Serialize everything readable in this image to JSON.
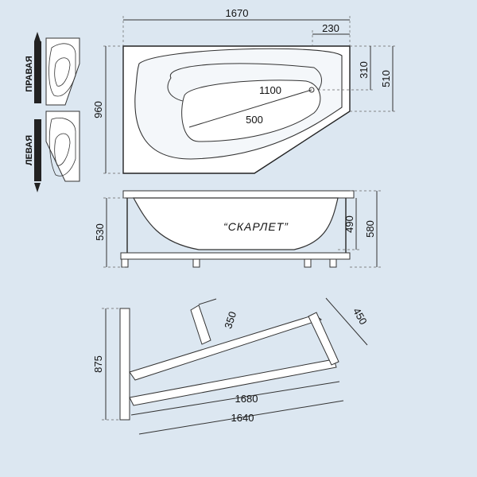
{
  "background_color": "#dce7f1",
  "dimensions": {
    "total_length": "1670",
    "corner_cut": "230",
    "width": "960",
    "corner_depth_small": "310",
    "corner_depth_large": "510",
    "inner_length": "1100",
    "inner_width": "500",
    "apron_height": "530",
    "inner_depth": "490",
    "total_height": "580",
    "frame_height": "875",
    "frame_leg_offset": "350",
    "frame_cross": "450",
    "frame_long": "1680",
    "frame_short": "1640"
  },
  "labels": {
    "right_version": "ПРАВАЯ",
    "left_version": "ЛЕВАЯ",
    "model_name": "“СКАРЛЕТ”"
  }
}
